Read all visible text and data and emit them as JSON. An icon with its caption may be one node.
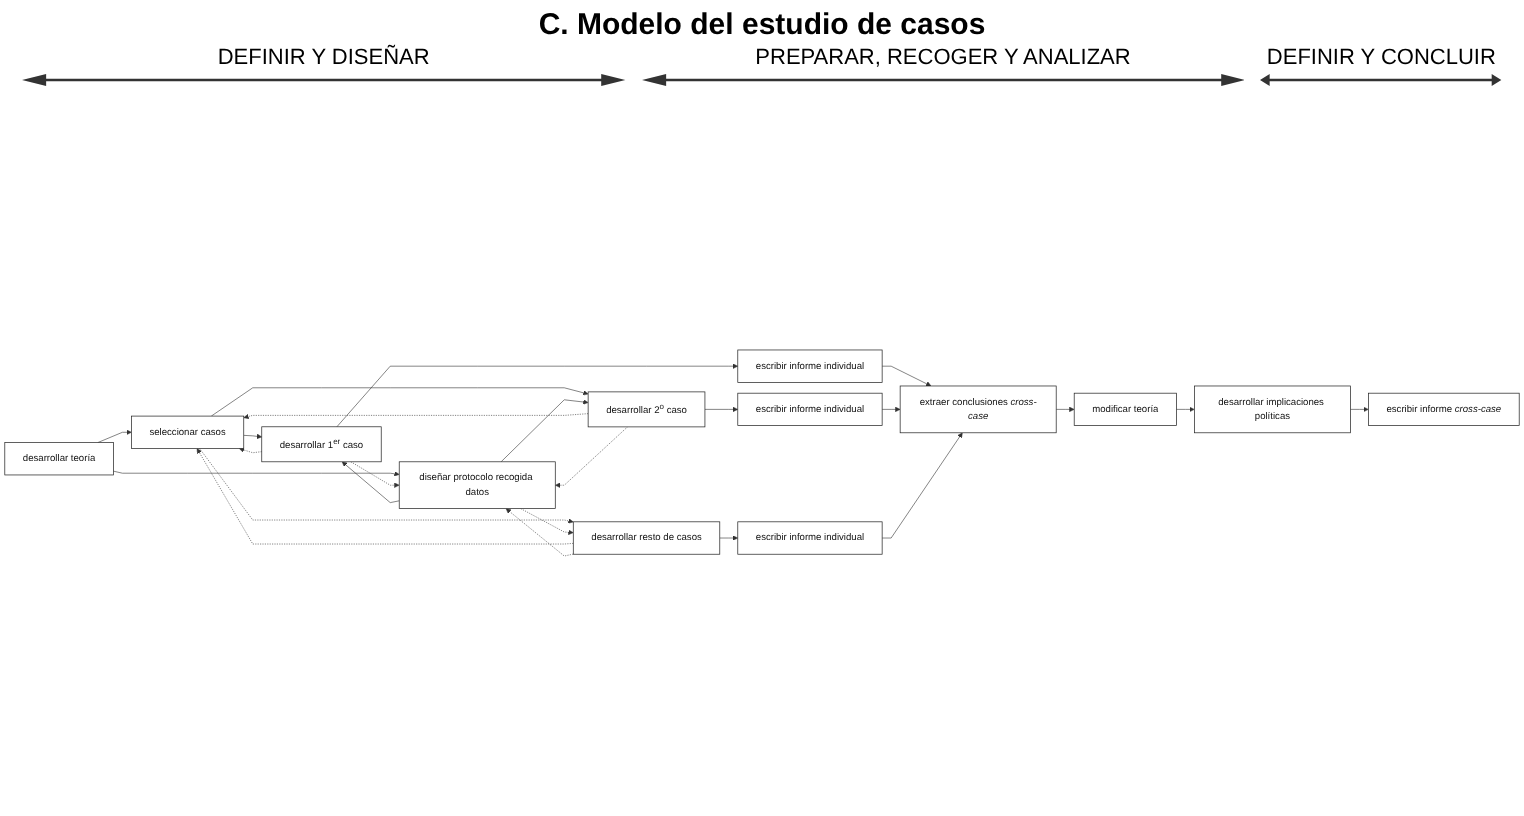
{
  "diagram": {
    "title": "C. Modelo del estudio de casos",
    "nodes": [
      {
        "text": [
          "desarrollar teoría"
        ]
      },
      {
        "text": [
          "seleccionar casos"
        ]
      },
      {
        "text": [
          "diseñar protocolo recogida datos"
        ]
      },
      {
        "text": [
          "desarrollar 1$^{er}$ caso"
        ]
      },
      {
        "text": [
          "desarrollar 2$^{o}$ caso"
        ]
      },
      {
        "text": [
          "desarrollar resto de casos"
        ]
      },
      {
        "text": [
          "escribir informe individual"
        ]
      },
      {
        "text": [
          "escribir informe individual"
        ]
      },
      {
        "text": [
          "escribir informe individual"
        ]
      },
      {
        "text": [
          "extraer conclusiones *cross-case*"
        ]
      },
      {
        "text": [
          "modificar teoría"
        ]
      },
      {
        "text": [
          "desarrollar implicaciones políticas"
        ]
      },
      {
        "text": [
          "escribir informe *cross-case*"
        ]
      }
    ],
    "edges": [
      {
        "from": 0,
        "to": 1,
        "arrow": "to"
      },
      {
        "from": 0,
        "to": 2,
        "arrow": "to"
      },
      {
        "from": 1,
        "to": 3,
        "arrow": "to"
      },
      {
        "from": 1,
        "to": 4,
        "arrow": "to"
      },
      {
        "from": 1,
        "to": 5,
        "arrow": "to",
        "style": "dashed"
      },
      {
        "from": 2,
        "to": 3,
        "arrow": "to"
      },
      {
        "from": 2,
        "to": 4,
        "arrow": "to"
      },
      {
        "from": 2,
        "to": 5,
        "arrow": "to",
        "style": "dashed"
      },
      {
        "from": 3,
        "to": 6,
        "arrow": "to"
      },
      {
        "from": 4,
        "to": 7,
        "arrow": "to"
      },
      {
        "from": 5,
        "to": 8,
        "arrow": "to"
      },
      {
        "from": 3,
        "to": 1,
        "arrow": "to",
        "style": "dashed"
      },
      {
        "from": 3,
        "to": 2,
        "arrow": "to",
        "style": "dashed"
      },
      {
        "from": 4,
        "to": 1,
        "arrow": "to",
        "style": "dashed"
      },
      {
        "from": 4,
        "to": 2,
        "arrow": "to",
        "style": "dashed"
      },
      {
        "from": 5,
        "to": 1,
        "arrow": "to",
        "style": "dashed"
      },
      {
        "from": 5,
        "to": 2,
        "arrow": "to",
        "style": "dashed"
      },
      {
        "from": 6,
        "to": 9,
        "arrow": "to"
      },
      {
        "from": 7,
        "to": 9,
        "arrow": "to"
      },
      {
        "from": 8,
        "to": 9,
        "arrow": "to"
      },
      {
        "from": 9,
        "to": 10,
        "arrow": "to"
      },
      {
        "from": 10,
        "to": 11,
        "arrow": "to"
      },
      {
        "from": 11,
        "to": 12,
        "arrow": "to"
      }
    ],
    "labels": [
      "DEFINIR Y DISEÑAR",
      "PREPARAR, RECOGER Y ANALIZAR",
      "DEFINIR Y CONCLUIR"
    ]
  }
}
